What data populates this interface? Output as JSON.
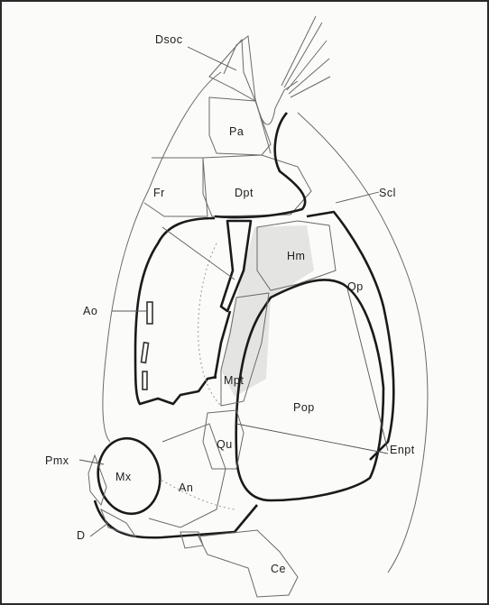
{
  "labels": {
    "dsoc": "Dsoc",
    "pa": "Pa",
    "fr": "Fr",
    "dpt": "Dpt",
    "scl": "Scl",
    "hm": "Hm",
    "op": "Op",
    "ao": "Ao",
    "mpt": "Mpt",
    "pop": "Pop",
    "qu": "Qu",
    "enpt": "Enpt",
    "mx": "Mx",
    "an": "An",
    "pmx": "Pmx",
    "d": "D",
    "ce": "Ce"
  }
}
